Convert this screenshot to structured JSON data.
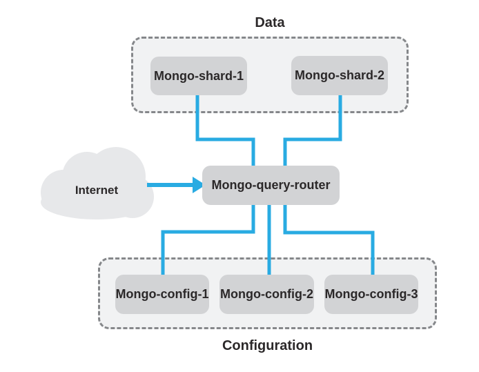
{
  "colors": {
    "background": "#ffffff",
    "connector_blue": "#29abe2",
    "node_fill": "#d2d3d5",
    "group_fill": "#f1f2f3",
    "group_border": "#85878a",
    "cloud_fill": "#e7e8ea",
    "text": "#2b2829"
  },
  "groups": {
    "data": {
      "label": "Data",
      "nodes": [
        {
          "label": "Mongo-shard-1"
        },
        {
          "label": "Mongo-shard-2"
        }
      ]
    },
    "configuration": {
      "label": "Configuration",
      "nodes": [
        {
          "label": "Mongo-config-1"
        },
        {
          "label": "Mongo-config-2"
        },
        {
          "label": "Mongo-config-3"
        }
      ]
    }
  },
  "router": {
    "label": "Mongo-query-router"
  },
  "internet": {
    "label": "Internet",
    "icon": "cloud-icon"
  },
  "connections": [
    {
      "from": "Mongo-shard-1",
      "to": "Mongo-query-router",
      "style": "elbow"
    },
    {
      "from": "Mongo-shard-2",
      "to": "Mongo-query-router",
      "style": "elbow"
    },
    {
      "from": "Internet",
      "to": "Mongo-query-router",
      "style": "arrow"
    },
    {
      "from": "Mongo-query-router",
      "to": "Mongo-config-1",
      "style": "elbow"
    },
    {
      "from": "Mongo-query-router",
      "to": "Mongo-config-2",
      "style": "straight"
    },
    {
      "from": "Mongo-query-router",
      "to": "Mongo-config-3",
      "style": "elbow"
    }
  ]
}
